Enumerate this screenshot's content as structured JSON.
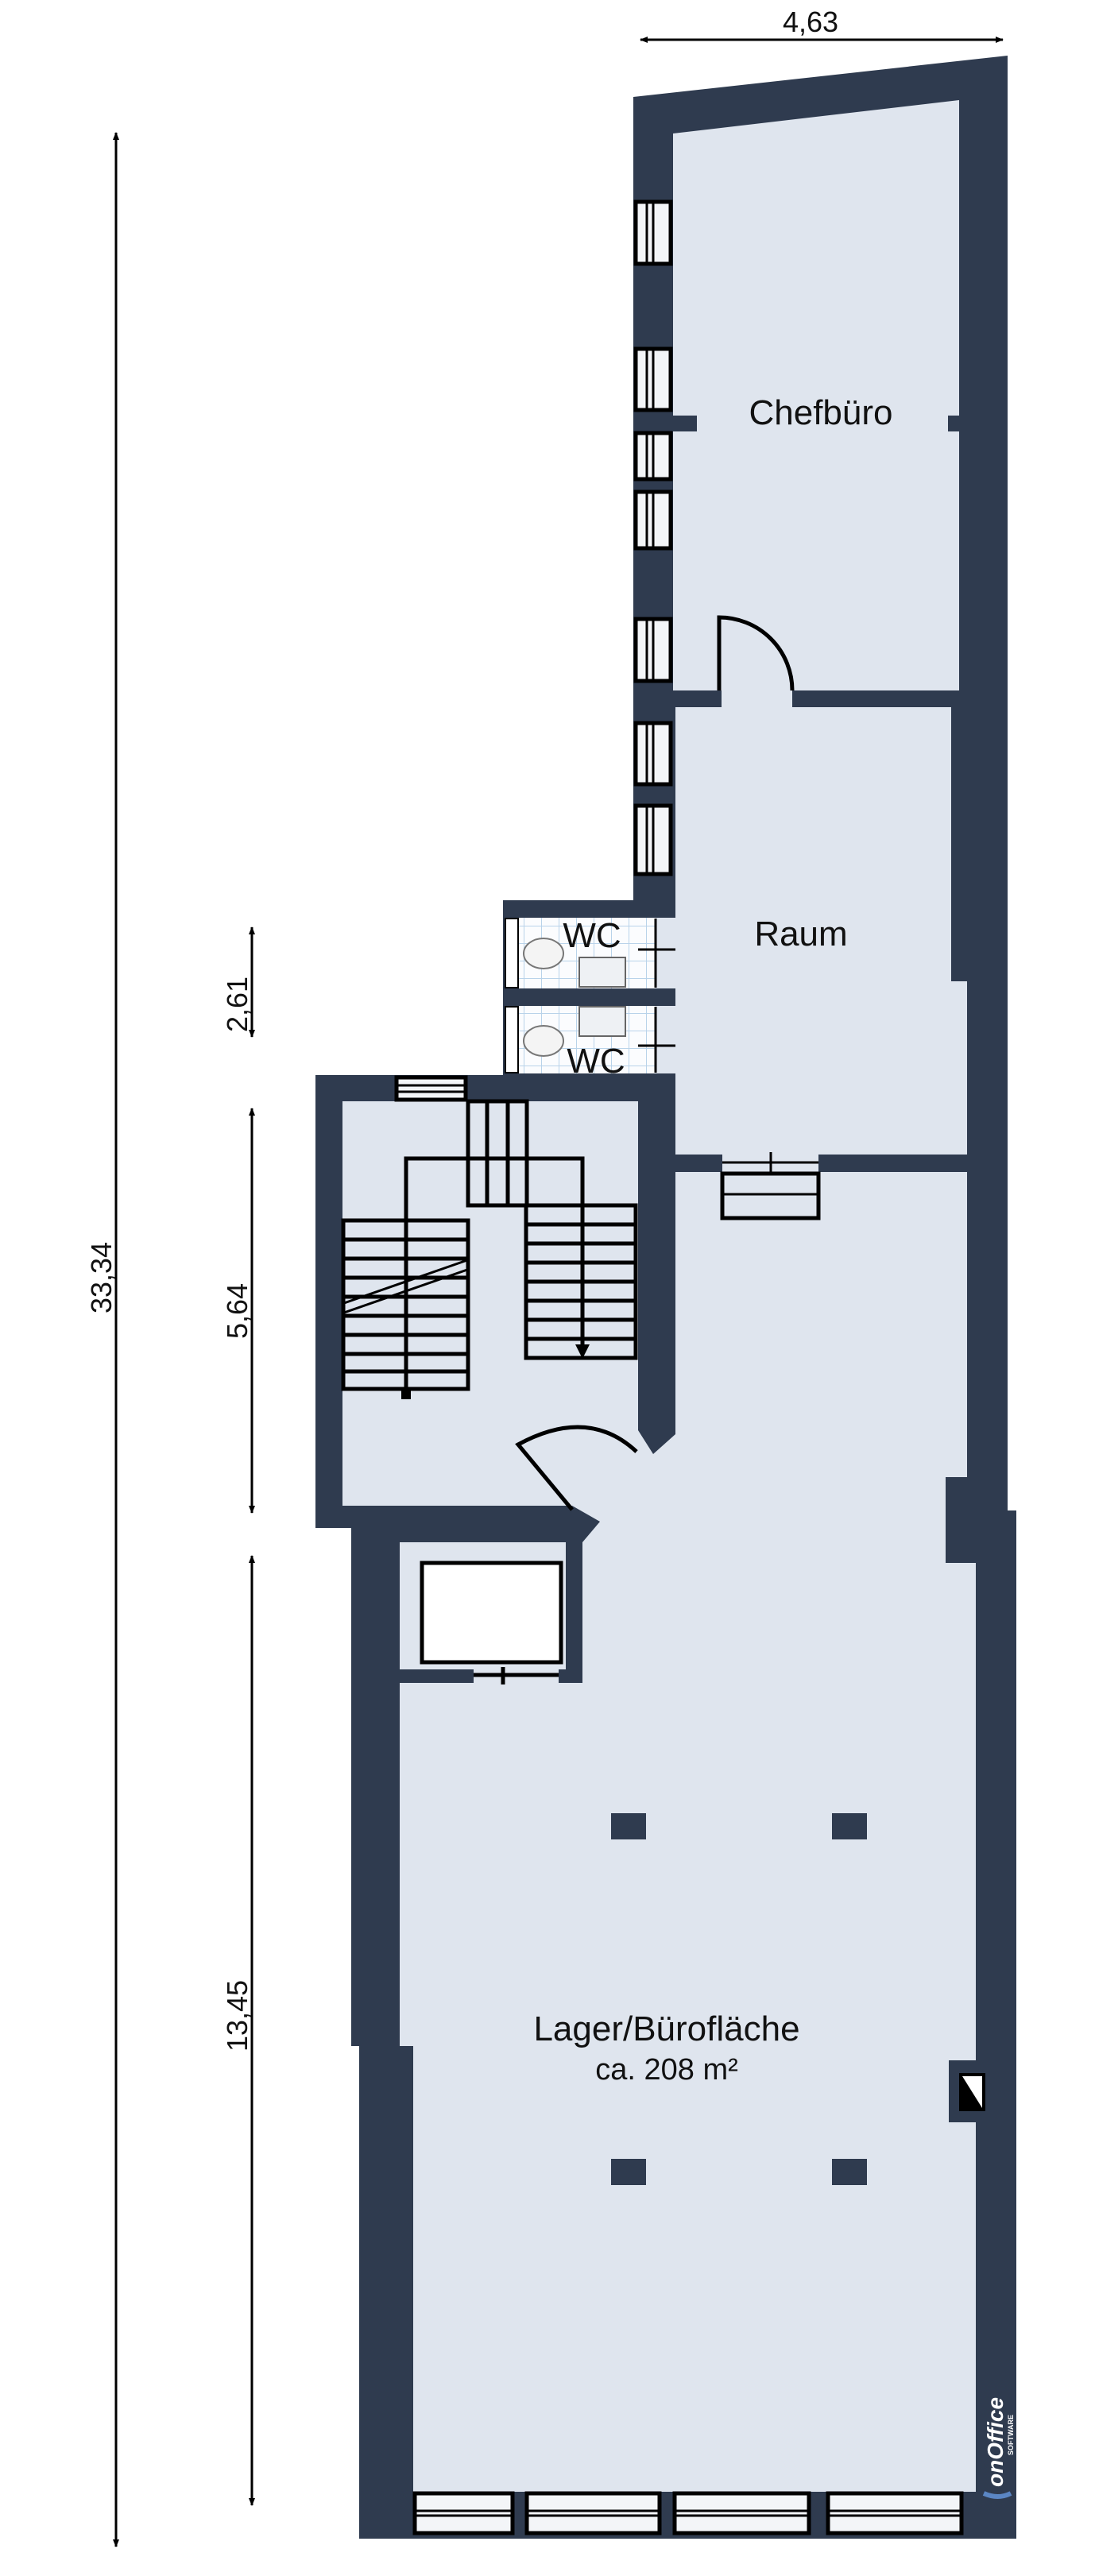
{
  "rooms": {
    "chefbuero": {
      "label": "Chefbüro"
    },
    "raum": {
      "label": "Raum"
    },
    "wc_upper": {
      "label": "WC"
    },
    "wc_lower": {
      "label": "WC"
    },
    "lager": {
      "label": "Lager/Bürofläche",
      "area": "ca. 208 m²"
    }
  },
  "dimensions": {
    "width_top": "4,63",
    "total_length": "33,34",
    "segment_wc": "2,61",
    "segment_stair": "5,64",
    "segment_lager": "13,45"
  },
  "logo": {
    "name": "onOffice",
    "sub": "SOFTWARE"
  },
  "colors": {
    "wall": "#2f3b4f",
    "floor": "#dfe5ee",
    "logo_blue": "#5b86c4"
  }
}
